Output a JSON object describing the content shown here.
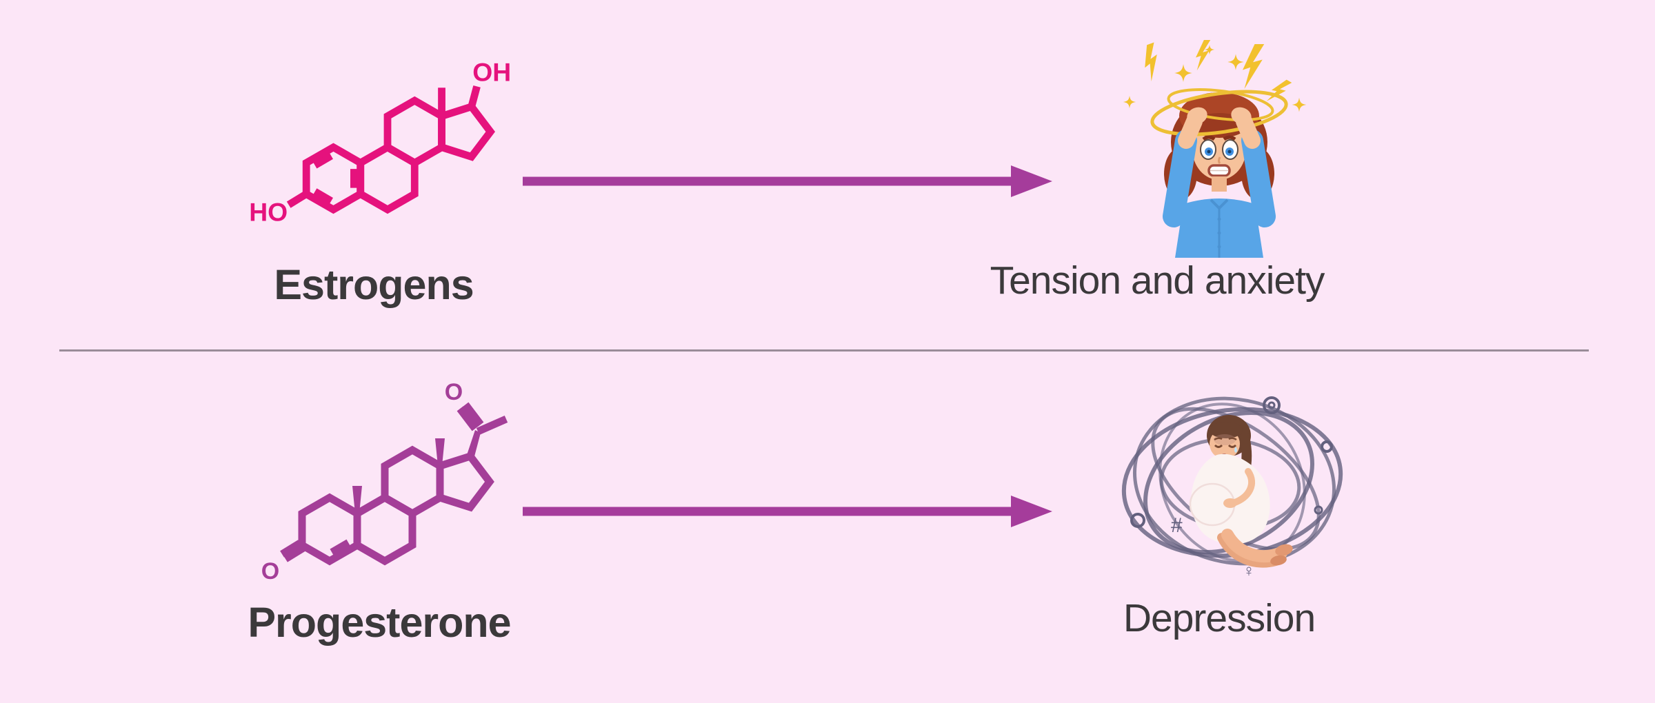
{
  "page": {
    "background_color": "#FCE6F7",
    "divider_color": "#9A8C98",
    "text_color": "#3B393B",
    "arrow_color": "#A53C9B"
  },
  "rows": [
    {
      "hormone": "Estrogens",
      "effect": "Tension and anxiety",
      "molecule_color": "#E5127D",
      "molecule": "estradiol-skeletal-structure",
      "atoms": {
        "top": "OH",
        "bottom": "HO"
      },
      "illustration": "anxious-woman-with-lightning-and-stars"
    },
    {
      "hormone": "Progesterone",
      "effect": "Depression",
      "molecule_color": "#A43E98",
      "molecule": "progesterone-skeletal-structure",
      "atoms": {
        "top": "O",
        "bottom": "O"
      },
      "illustration": "depressed-pregnant-woman-in-scribble-cloud",
      "scribble_symbols": {
        "hash": "#",
        "female": "♀"
      }
    }
  ]
}
